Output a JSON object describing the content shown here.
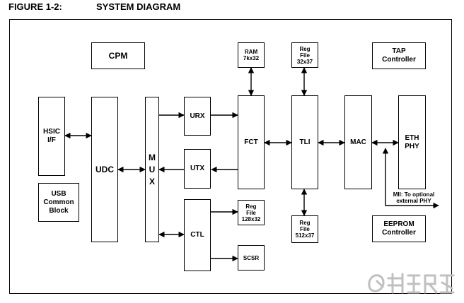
{
  "figure": {
    "number": "FIGURE 1-2:",
    "title": "SYSTEM DIAGRAM"
  },
  "blocks": {
    "cpm": "CPM",
    "tap": "TAP\nController",
    "ram": "RAM\n7kx32",
    "regfile_top": "Reg\nFile\n32x37",
    "hsic": "HSIC\nI/F",
    "usb": "USB\nCommon\nBlock",
    "udc": "UDC",
    "mux_letters": [
      "M",
      "U",
      "X"
    ],
    "urx": "URX",
    "utx": "UTX",
    "ctl": "CTL",
    "fct": "FCT",
    "tli": "TLI",
    "mac": "MAC",
    "eth": "ETH\nPHY",
    "regfile_ctl": "Reg\nFile\n128x32",
    "scsr": "SCSR",
    "regfile_bottom": "Reg\nFile\n512x37",
    "eeprom": "EEPROM\nController"
  },
  "annotations": {
    "mii": "MII: To optional\nexternal PHY"
  },
  "colors": {
    "line": "#000000",
    "watermark": "#c0c0c0"
  },
  "watermark_icon": "watermark-logo-icon"
}
